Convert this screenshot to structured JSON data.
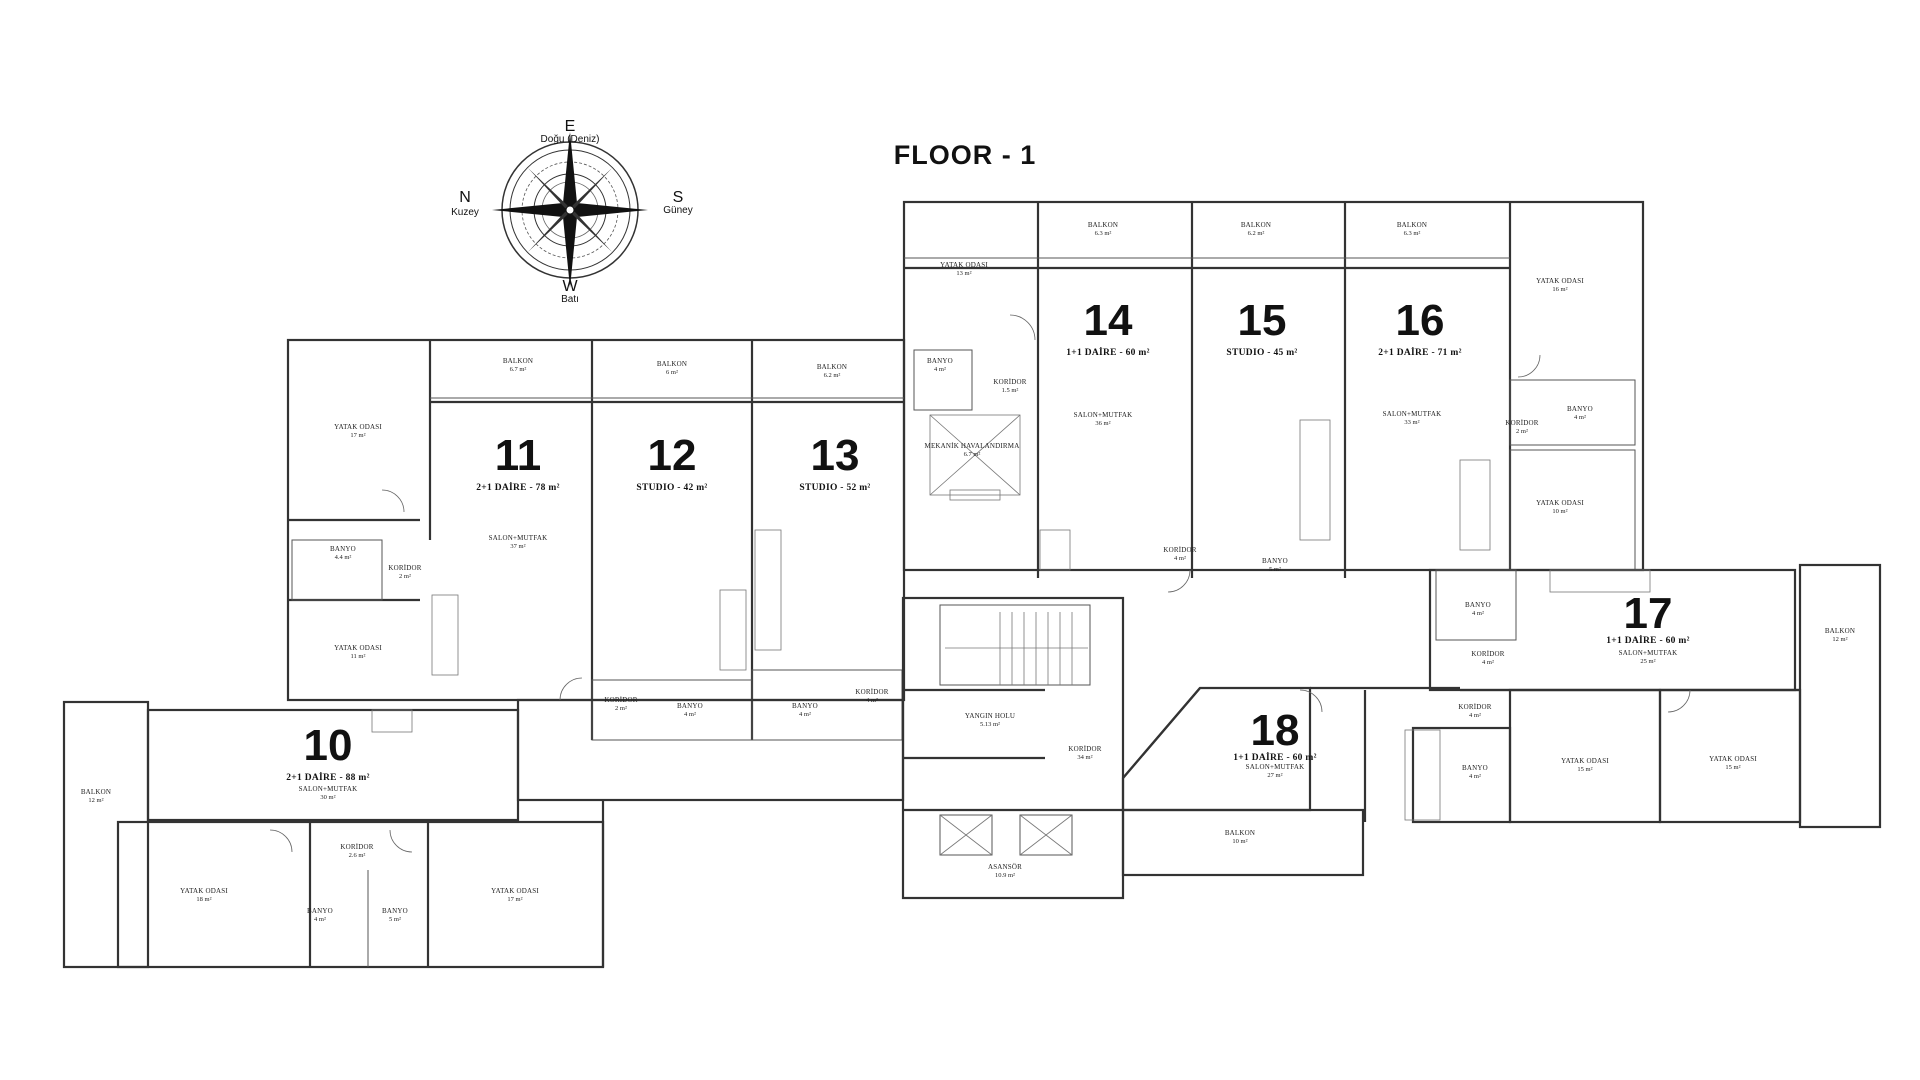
{
  "title": "FLOOR - 1",
  "compass": {
    "E": "E",
    "E_label": "Doğu (Deniz)",
    "N": "N",
    "N_label": "Kuzey",
    "S": "S",
    "S_label": "Güney",
    "W": "W",
    "W_label": "Batı"
  },
  "units": {
    "u10": {
      "number": "10",
      "type": "2+1 DAİRE - 88 m²"
    },
    "u11": {
      "number": "11",
      "type": "2+1 DAİRE - 78 m²"
    },
    "u12": {
      "number": "12",
      "type": "STUDIO - 42 m²"
    },
    "u13": {
      "number": "13",
      "type": "STUDIO - 52 m²"
    },
    "u14": {
      "number": "14",
      "type": "1+1 DAİRE - 60 m²"
    },
    "u15": {
      "number": "15",
      "type": "STUDIO - 45 m²"
    },
    "u16": {
      "number": "16",
      "type": "2+1 DAİRE - 71 m²"
    },
    "u17": {
      "number": "17",
      "type": "1+1 DAİRE - 60 m²"
    },
    "u18": {
      "number": "18",
      "type": "1+1 DAİRE - 60 m²"
    }
  },
  "rooms": {
    "r01": {
      "name": "BALKON",
      "area": "6.3 m²"
    },
    "r02": {
      "name": "BALKON",
      "area": "6.2 m²"
    },
    "r03": {
      "name": "BALKON",
      "area": "6.3 m²"
    },
    "r04": {
      "name": "YATAK ODASI",
      "area": "13 m²"
    },
    "r05": {
      "name": "YATAK ODASI",
      "area": "16 m²"
    },
    "r06": {
      "name": "BANYO",
      "area": "4 m²"
    },
    "r07": {
      "name": "KORİDOR",
      "area": "1.5 m²"
    },
    "r08": {
      "name": "SALON+MUTFAK",
      "area": "36 m²"
    },
    "r09": {
      "name": "SALON+MUTFAK",
      "area": "33 m²"
    },
    "r10": {
      "name": "BANYO",
      "area": "4 m²"
    },
    "r11": {
      "name": "KORİDOR",
      "area": "2 m²"
    },
    "r12": {
      "name": "YATAK ODASI",
      "area": "10 m²"
    },
    "r13": {
      "name": "KORİDOR",
      "area": "4 m²"
    },
    "r14": {
      "name": "BANYO",
      "area": "5 m²"
    },
    "r15": {
      "name": "BALKON",
      "area": "6.7 m²"
    },
    "r16": {
      "name": "BALKON",
      "area": "6 m²"
    },
    "r17": {
      "name": "BALKON",
      "area": "6.2 m²"
    },
    "r18": {
      "name": "MEKANİK HAVALANDIRMA",
      "area": "6.7 m²"
    },
    "r19": {
      "name": "YATAK ODASI",
      "area": "17 m²"
    },
    "r20": {
      "name": "SALON+MUTFAK",
      "area": "37 m²"
    },
    "r21": {
      "name": "BANYO",
      "area": "4.4 m²"
    },
    "r22": {
      "name": "KORİDOR",
      "area": "2 m²"
    },
    "r23": {
      "name": "YATAK ODASI",
      "area": "11 m²"
    },
    "r24": {
      "name": "KORİDOR",
      "area": "2 m²"
    },
    "r25": {
      "name": "BANYO",
      "area": "4 m²"
    },
    "r26": {
      "name": "BANYO",
      "area": "4 m²"
    },
    "r27": {
      "name": "KORİDOR",
      "area": "4 m²"
    },
    "r28": {
      "name": "BALKON",
      "area": "12 m²"
    },
    "r29": {
      "name": "SALON+MUTFAK",
      "area": "30 m²"
    },
    "r30": {
      "name": "KORİDOR",
      "area": "2.6 m²"
    },
    "r31": {
      "name": "YATAK ODASI",
      "area": "18 m²"
    },
    "r32": {
      "name": "BANYO",
      "area": "4 m²"
    },
    "r33": {
      "name": "BANYO",
      "area": "5 m²"
    },
    "r34": {
      "name": "YATAK ODASI",
      "area": "17 m²"
    },
    "r35": {
      "name": "YANGIN HOLU",
      "area": "5.13 m²"
    },
    "r36": {
      "name": "KORİDOR",
      "area": "34 m²"
    },
    "r37": {
      "name": "ASANSÖR",
      "area": "10.9 m²"
    },
    "r38": {
      "name": "BANYO",
      "area": "4 m²"
    },
    "r39": {
      "name": "KORİDOR",
      "area": "4 m²"
    },
    "r40": {
      "name": "SALON+MUTFAK",
      "area": "25 m²"
    },
    "r41": {
      "name": "BALKON",
      "area": "12 m²"
    },
    "r42": {
      "name": "SALON+MUTFAK",
      "area": "27 m²"
    },
    "r43": {
      "name": "KORİDOR",
      "area": "4 m²"
    },
    "r44": {
      "name": "BANYO",
      "area": "4 m²"
    },
    "r45": {
      "name": "YATAK ODASI",
      "area": "15 m²"
    },
    "r46": {
      "name": "YATAK ODASI",
      "area": "15 m²"
    },
    "r47": {
      "name": "BALKON",
      "area": "10 m²"
    }
  }
}
